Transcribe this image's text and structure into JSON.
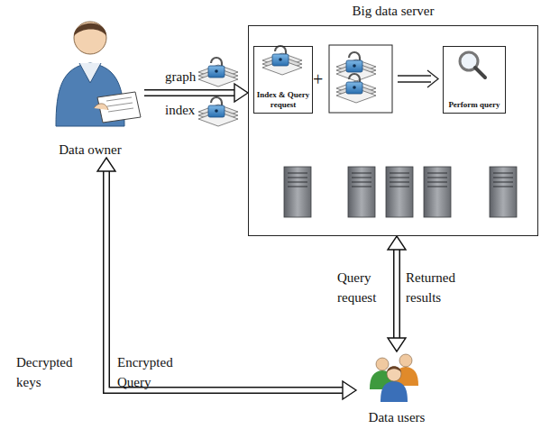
{
  "diagram": {
    "nodes": [
      {
        "text": [
          "Big data server"
        ]
      },
      {
        "text": [
          "Index & Query request"
        ],
        "in": 0
      },
      {
        "text": [
          "Perform query"
        ],
        "in": 0
      },
      {
        "text": [
          "Data owner"
        ]
      },
      {
        "text": [
          "Data users"
        ]
      }
    ],
    "edges": [
      {
        "from": 3,
        "to": 0,
        "arrow": "to"
      },
      {
        "from": 3,
        "to": 4,
        "arrow": "both"
      },
      {
        "from": 0,
        "to": 4,
        "arrow": "both"
      }
    ],
    "labels": [
      "graph",
      "index",
      "+",
      "Decrypted keys",
      "Encrypted Query",
      "Query request",
      "Returned results"
    ]
  }
}
